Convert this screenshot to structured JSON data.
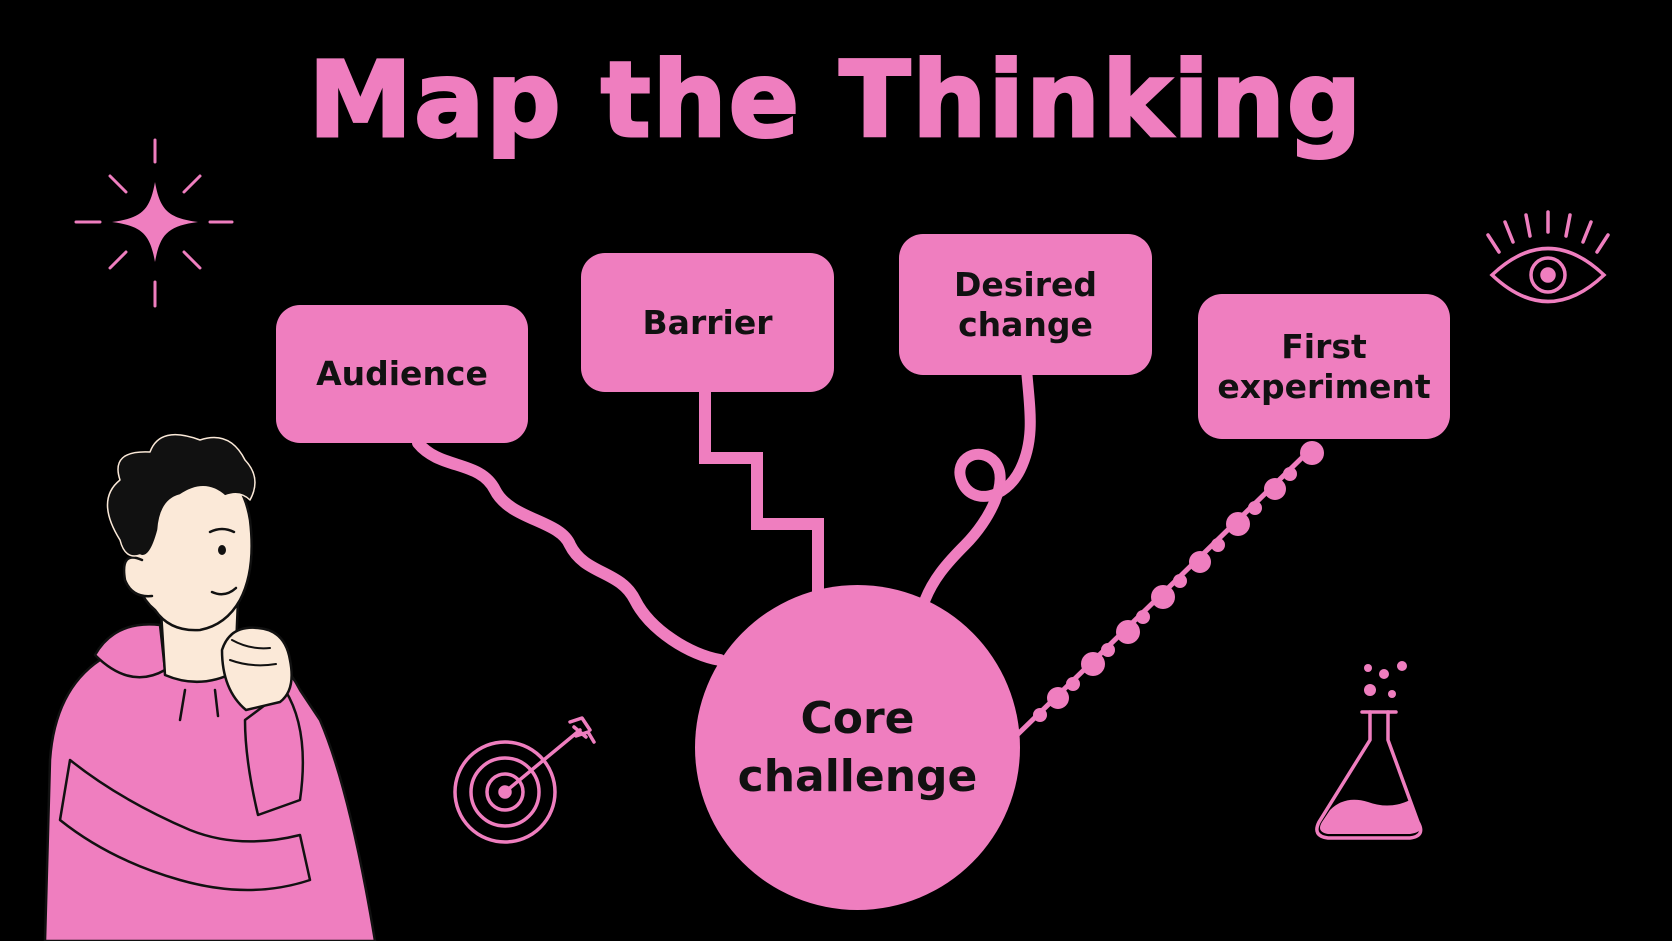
{
  "title": "Map the Thinking",
  "colors": {
    "background": "#000000",
    "accent": "#ef7ebf",
    "text_on_accent": "#111111",
    "skin": "#fbe9d8"
  },
  "nodes": {
    "audience": "Audience",
    "barrier": "Barrier",
    "desired_change": "Desired\nchange",
    "first_experiment": "First\nexperiment",
    "core": "Core\nchallenge"
  },
  "connectors": {
    "audience": "wavy-line",
    "barrier": "stepped-line",
    "desired_change": "looped-curve",
    "first_experiment": "dotted-line"
  },
  "icons": [
    "sparkle-icon",
    "eye-icon",
    "target-arrow-icon",
    "flask-icon",
    "thinking-person-illustration"
  ]
}
